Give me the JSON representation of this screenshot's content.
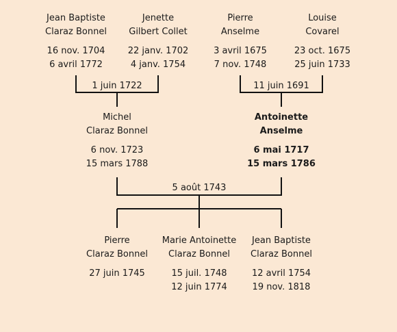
{
  "grandparents_paternal": {
    "father": {
      "name1": "Jean Baptiste",
      "name2": "Claraz Bonnel",
      "birth": "16 nov. 1704",
      "death": "6 avril 1772"
    },
    "mother": {
      "name1": "Jenette",
      "name2": "Gilbert Collet",
      "birth": "22 janv. 1702",
      "death": "4 janv. 1754"
    },
    "marriage": "1 juin 1722"
  },
  "grandparents_maternal": {
    "father": {
      "name1": "Pierre",
      "name2": "Anselme",
      "birth": "3 avril 1675",
      "death": "7 nov. 1748"
    },
    "mother": {
      "name1": "Louise",
      "name2": "Covarel",
      "birth": "23 oct. 1675",
      "death": "25 juin 1733"
    },
    "marriage": "11 juin 1691"
  },
  "father": {
    "name1": "Michel",
    "name2": "Claraz Bonnel",
    "birth": "6 nov. 1723",
    "death": "15 mars 1788"
  },
  "mother": {
    "name1": "Antoinette",
    "name2": "Anselme",
    "birth": "6 mai 1717",
    "death": "15 mars 1786"
  },
  "parents_marriage": "5 août 1743",
  "children": [
    {
      "name1": "Pierre",
      "name2": "Claraz Bonnel",
      "birth": "27 juin 1745",
      "death": ""
    },
    {
      "name1": "Marie Antoinette",
      "name2": "Claraz Bonnel",
      "birth": "15 juil. 1748",
      "death": "12 juin 1774"
    },
    {
      "name1": "Jean Baptiste",
      "name2": "Claraz Bonnel",
      "birth": "12 avril 1754",
      "death": "19 nov. 1818"
    }
  ]
}
